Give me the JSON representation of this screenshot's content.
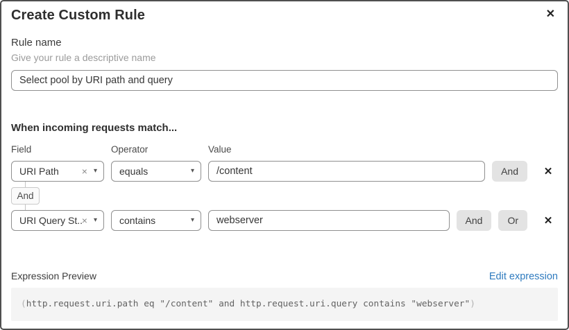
{
  "dialog": {
    "title": "Create Custom Rule"
  },
  "icons": {
    "close": "✕",
    "remove_row": "✕",
    "clear": "×",
    "caret_down": "▾"
  },
  "rule_name": {
    "label": "Rule name",
    "helper": "Give your rule a descriptive name",
    "value": "Select pool by URI path and query"
  },
  "match": {
    "heading": "When incoming requests match...",
    "columns": {
      "field": "Field",
      "operator": "Operator",
      "value": "Value"
    },
    "rows": [
      {
        "field": "URI Path",
        "operator": "equals",
        "value": "/content",
        "and_button": "And"
      },
      {
        "field": "URI Query St...",
        "operator": "contains",
        "value": "webserver",
        "and_button": "And",
        "or_button": "Or"
      }
    ],
    "connector": "And"
  },
  "expression": {
    "label": "Expression Preview",
    "edit_link": "Edit expression",
    "code_open": "(",
    "code_body": "http.request.uri.path eq \"/content\" and http.request.uri.query contains \"webserver\"",
    "code_close": ")"
  },
  "colors": {
    "link_blue": "#2f7bbf",
    "button_gray": "#e3e3e3",
    "input_border": "#8f8f8f",
    "code_background": "#f4f4f4",
    "dialog_border": "#4f4f4f"
  }
}
